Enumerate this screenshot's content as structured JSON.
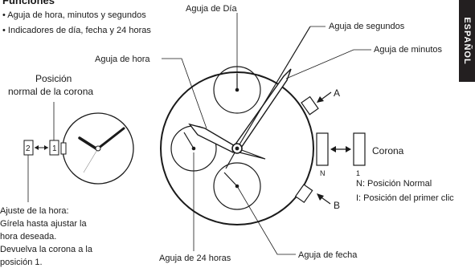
{
  "functions": {
    "heading": "Funciones",
    "bullets": [
      "• Aguja de hora, minutos y segundos",
      "• Indicadores de día, fecha y 24 horas"
    ]
  },
  "crown_position": {
    "line1": "Posición",
    "line2": "normal de la corona",
    "pos2": "2",
    "pos1": "1"
  },
  "time_setting": {
    "lines": [
      "Ajuste de la hora:",
      "Gírela hasta ajustar la",
      "hora deseada.",
      "Devuelva la corona a la",
      "posición 1."
    ]
  },
  "labels": {
    "day_hand": "Aguja de Día",
    "seconds_hand": "Aguja de segundos",
    "minutes_hand": "Aguja de minutos",
    "hour_hand": "Aguja de hora",
    "hours24_hand": "Aguja de 24 horas",
    "date_hand": "Aguja de fecha",
    "button_a": "A",
    "button_b": "B",
    "crown": "Corona",
    "crown_n": "N",
    "crown_1": "1",
    "legend_n": "N: Posición Normal",
    "legend_1": "I:  Posición del primer clic"
  },
  "side_tab": "ESPAÑOL"
}
